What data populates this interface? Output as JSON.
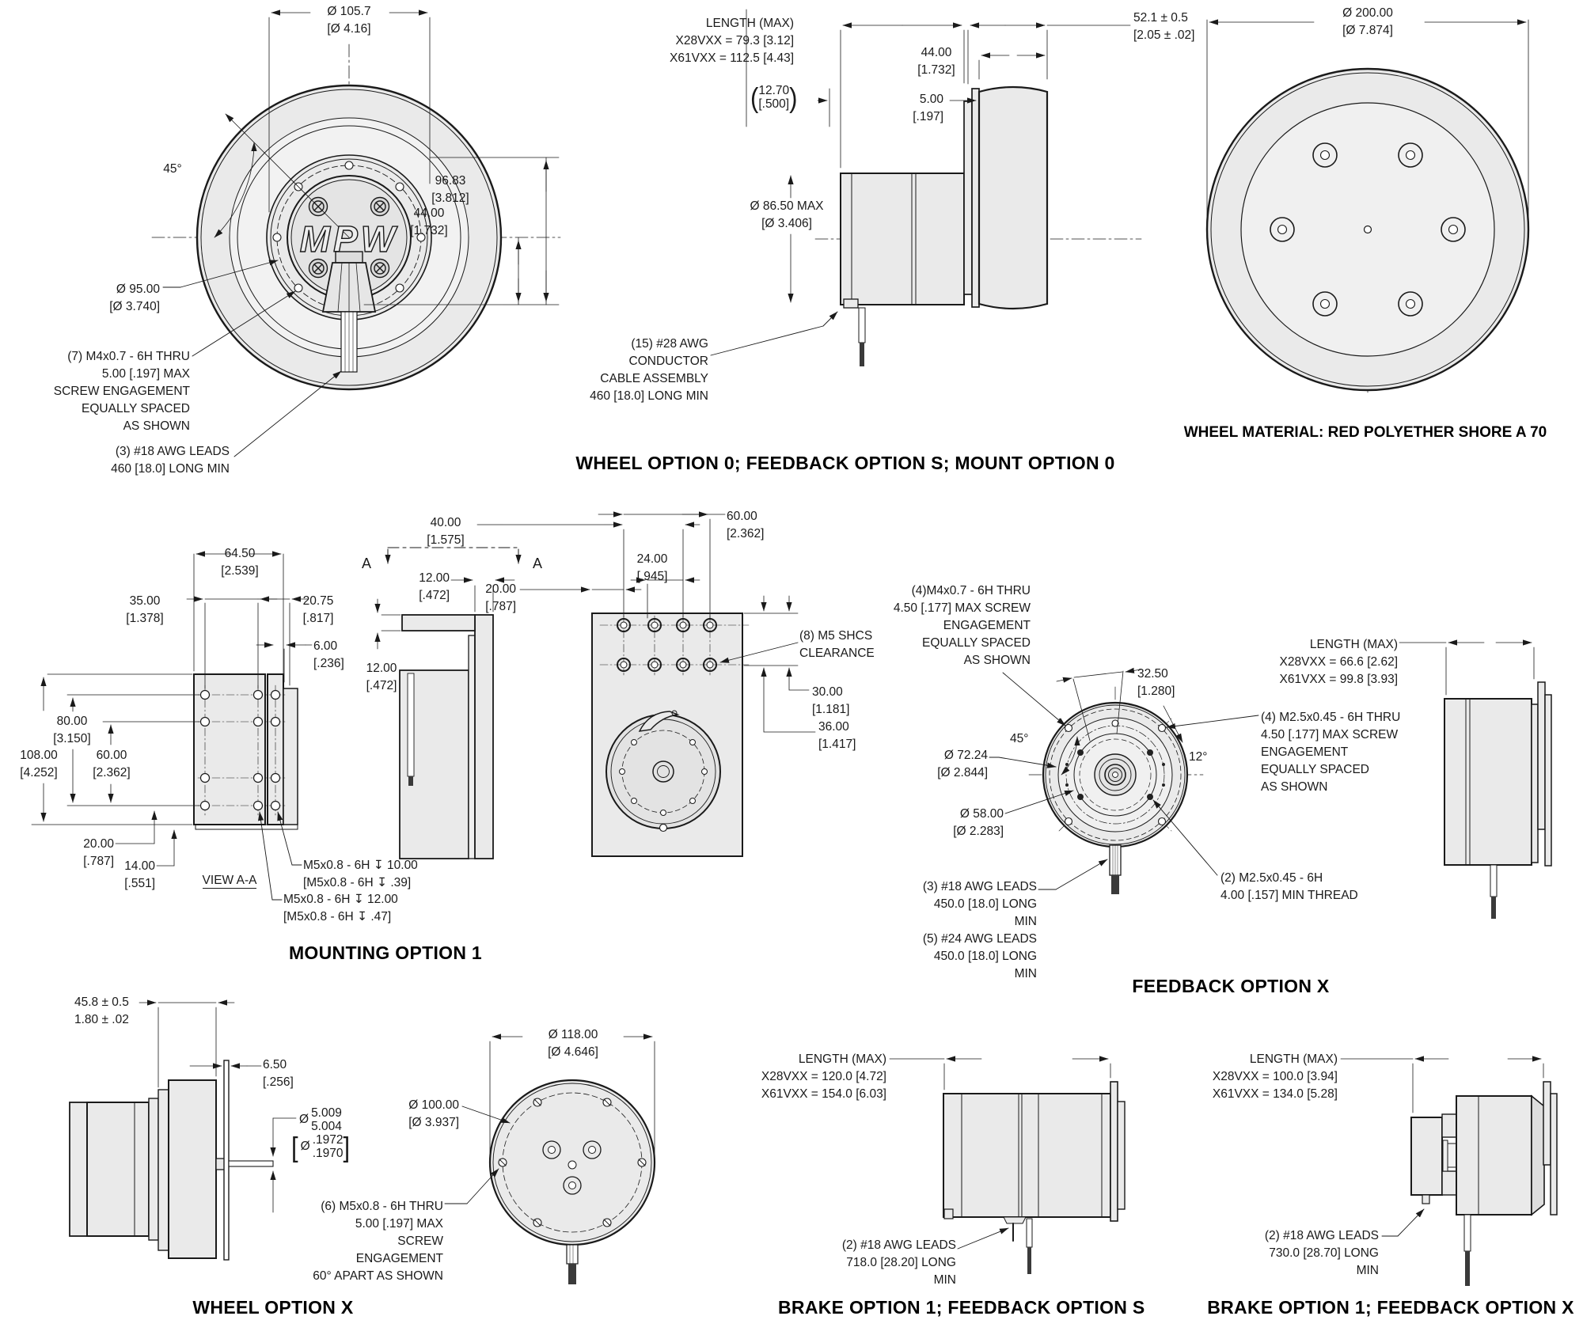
{
  "drawing": {
    "logo": "MPW",
    "colors": {
      "ink": "#1a1a1a",
      "body_fill": "#eaeaea"
    },
    "captions": {
      "p2": "WHEEL OPTION 0; FEEDBACK OPTION S; MOUNT OPTION 0",
      "p3": "WHEEL MATERIAL: RED POLYETHER SHORE A 70",
      "p4": "MOUNTING OPTION 1",
      "p5": "FEEDBACK OPTION X",
      "p6": "WHEEL OPTION X",
      "p7": "BRAKE OPTION 1; FEEDBACK OPTION S",
      "p8": "BRAKE OPTION 1; FEEDBACK OPTION X"
    },
    "wheel_front": {
      "dia_outer": "Ø 105.7\n[Ø 4.16]",
      "angle": "45°",
      "dim_height": "96.83\n[3.812]",
      "dim_width": "44.00\n[1.732]",
      "dia_bolt": "Ø 95.00\n[Ø 3.740]",
      "note_screws": "(7) M4x0.7 - 6H THRU\n5.00 [.197] MAX\nSCREW ENGAGEMENT\nEQUALLY SPACED\nAS SHOWN",
      "note_leads": "(3) #18 AWG LEADS\n460 [18.0] LONG MIN"
    },
    "side_view": {
      "length_note": "LENGTH (MAX)\nX28VXX = 79.3 [3.12]\nX61VXX = 112.5 [4.43]",
      "ref": {
        "open": "(",
        "mm": "12.70",
        "inch": "[.500]",
        "close": ")"
      },
      "dim_width": "52.1 ± 0.5\n[2.05 ± .02]",
      "dim_wheel": "44.00\n[1.732]",
      "dim_face": "5.00\n[.197]",
      "dia_motor": "Ø 86.50 MAX\n[Ø 3.406]",
      "note_cable": "(15) #28 AWG CONDUCTOR\nCABLE ASSEMBLY\n460 [18.0] LONG MIN"
    },
    "wheel_rear": {
      "dia_outer": "Ø 200.00\n[Ø 7.874]"
    },
    "mounting": {
      "dim_6450": "64.50\n[2.539]",
      "dim_3500": "35.00\n[1.378]",
      "dim_2075": "20.75\n[.817]",
      "dim_600": "6.00\n[.236]",
      "dim_8000": "80.00\n[3.150]",
      "dim_10800": "108.00\n[4.252]",
      "dim_6000": "60.00\n[2.362]",
      "dim_2000": "20.00\n[.787]",
      "dim_1400": "14.00\n[.551]",
      "view_label": "VIEW A-A",
      "thread_note_a": "M5x0.8 - 6H  ↧  10.00\n[M5x0.8 - 6H  ↧  .39]",
      "thread_note_b": "M5x0.8 - 6H  ↧  12.00\n[M5x0.8 - 6H  ↧  .47]",
      "section_a": "A",
      "dim_1200a": "12.00\n[.472]",
      "dim_1200b": "12.00\n[.472]",
      "dim_4000": "40.00\n[1.575]",
      "dim_2400": "24.00\n[.945]",
      "dim_2000b": "20.00\n[.787]",
      "dim_6000b": "60.00\n[2.362]",
      "note_shcs": "(8) M5 SHCS\nCLEARANCE",
      "dim_3000": "30.00\n[1.181]",
      "dim_3600": "36.00\n[1.417]"
    },
    "feedback_x": {
      "note_m4": "(4)M4x0.7 - 6H THRU\n4.50 [.177] MAX SCREW\nENGAGEMENT\nEQUALLY SPACED\nAS SHOWN",
      "dim_3250": "32.50\n[1.280]",
      "angle_45": "45°",
      "angle_12": "12°",
      "dia_7224": "Ø 72.24\n[Ø 2.844]",
      "dia_5800": "Ø 58.00\n[Ø 2.283]",
      "length_note": "LENGTH (MAX)\nX28VXX = 66.6 [2.62]\nX61VXX = 99.8 [3.93]",
      "note_m25_thru": "(4) M2.5x0.45 - 6H THRU\n4.50 [.177] MAX SCREW\nENGAGEMENT\nEQUALLY SPACED\nAS SHOWN",
      "note_m25": "(2) M2.5x0.45 - 6H\n4.00 [.157] MIN THREAD",
      "note_leads": "(3) #18 AWG LEADS\n450.0 [18.0] LONG MIN\n(5) #24 AWG LEADS\n450.0 [18.0] LONG MIN"
    },
    "wheel_x": {
      "dim_458": "45.8 ± 0.5\n1.80 ± .02",
      "dim_650": "6.50\n[.256]",
      "shaft": {
        "dia": "Ø",
        "mm_top": "5.009",
        "mm_bot": "5.004",
        "open": "[",
        "dia2": "Ø",
        "in_top": ".1972",
        "in_bot": ".1970",
        "close": "]"
      },
      "dia_11800": "Ø 118.00\n[Ø 4.646]",
      "dia_10000": "Ø 100.00\n[Ø 3.937]",
      "note_m5": "(6) M5x0.8 - 6H THRU\n5.00 [.197] MAX SCREW\nENGAGEMENT\n60° APART AS SHOWN"
    },
    "brake_s": {
      "length_note": "LENGTH (MAX)\nX28VXX = 120.0 [4.72]\nX61VXX = 154.0 [6.03]",
      "note_leads": "(2) #18 AWG LEADS\n718.0 [28.20] LONG MIN"
    },
    "brake_x": {
      "length_note": "LENGTH (MAX)\nX28VXX = 100.0 [3.94]\nX61VXX = 134.0 [5.28]",
      "note_leads": "(2) #18 AWG LEADS\n730.0 [28.70] LONG MIN"
    }
  }
}
